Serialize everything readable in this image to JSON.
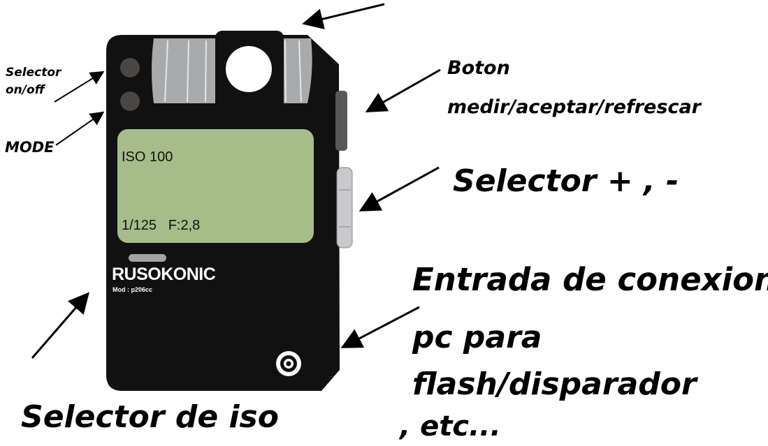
{
  "device": {
    "lcd_line1": "ISO 100",
    "lcd_line2": "1/125   F:2,8",
    "brand": "RUSOKONIC",
    "model": "Mod : p206cc"
  },
  "labels": {
    "selector_onoff": "Selector\non/off",
    "mode": "MODE",
    "boton": "Boton",
    "boton_sub": "medir/aceptar/refrescar",
    "selector_pm": "Selector + , -",
    "entrada_line1": "Entrada de conexion",
    "entrada_line2": "pc para",
    "entrada_line3": "flash/disparador",
    "entrada_line4": ", etc...",
    "selector_iso": "Selector de iso"
  },
  "colors": {
    "body": "#111111",
    "lcd": "#a6bd89",
    "dial": "#a9aaac",
    "button": "#4a4644"
  }
}
